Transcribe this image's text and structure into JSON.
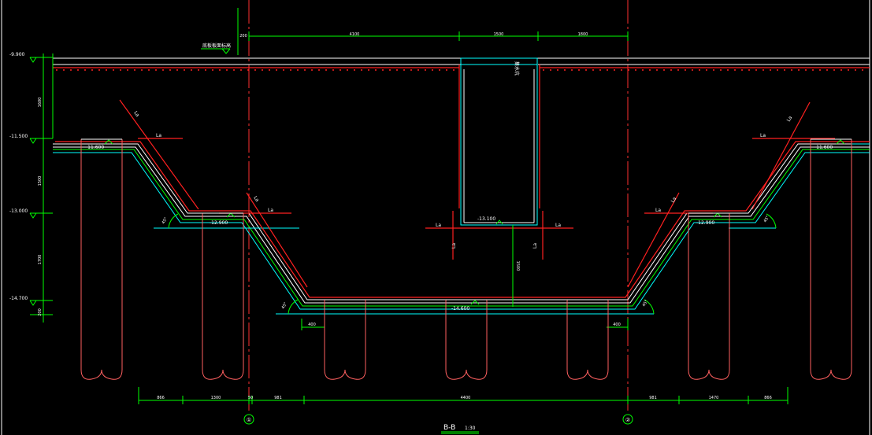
{
  "drawing": {
    "title": "B-B",
    "scale": "1:30",
    "top_note": "底板板面标高",
    "elevations": {
      "top": "-9.900",
      "upper": "-11.500",
      "mid": "-13.000",
      "low": "-14.700"
    },
    "platform_levels": {
      "left_outer": "-11.600",
      "left_inner": "-12.900",
      "center_pit": "-13.100",
      "bottom": "-14.600",
      "right_inner": "-12.900",
      "right_outer": "-11.600"
    },
    "left_side_dims": [
      "1600",
      "1500",
      "1700",
      "200"
    ],
    "top_dims": [
      "200",
      "4100",
      "1500",
      "1800"
    ],
    "bottom_dims": [
      "866",
      "1300",
      "50",
      "981",
      "4400",
      "981",
      "1470",
      "866"
    ],
    "slope_angles": [
      "45°",
      "45°",
      "45°",
      "45°"
    ],
    "anchor_label": "La",
    "offset_dims": [
      "400",
      "400"
    ],
    "pit_depth_dim": "1500",
    "pit_note": "集水坑",
    "axis_bubbles": [
      "①",
      "②"
    ],
    "colors": {
      "background": "#000000",
      "outline": "#ffffff",
      "dimension": "#00ff00",
      "rebar": "#ff2020",
      "pile": "#ff6060",
      "waterproof": "#00ffff",
      "text": "#ffffff"
    }
  }
}
